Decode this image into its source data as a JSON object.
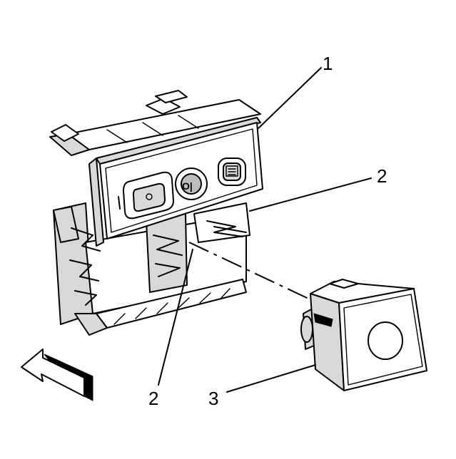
{
  "callouts": {
    "switch_assembly": "1",
    "retainer_upper": "2",
    "retainer_lower": "2",
    "switch_module": "3"
  },
  "switch_icons": {
    "left_button": "square-button-icon",
    "center_button": "o-off-knob-icon",
    "right_button": "defrost-rear-icon",
    "direction": "forward-arrow-icon"
  },
  "colors": {
    "ink": "#000000",
    "panel": "#d9d9d9",
    "background": "#ffffff"
  }
}
